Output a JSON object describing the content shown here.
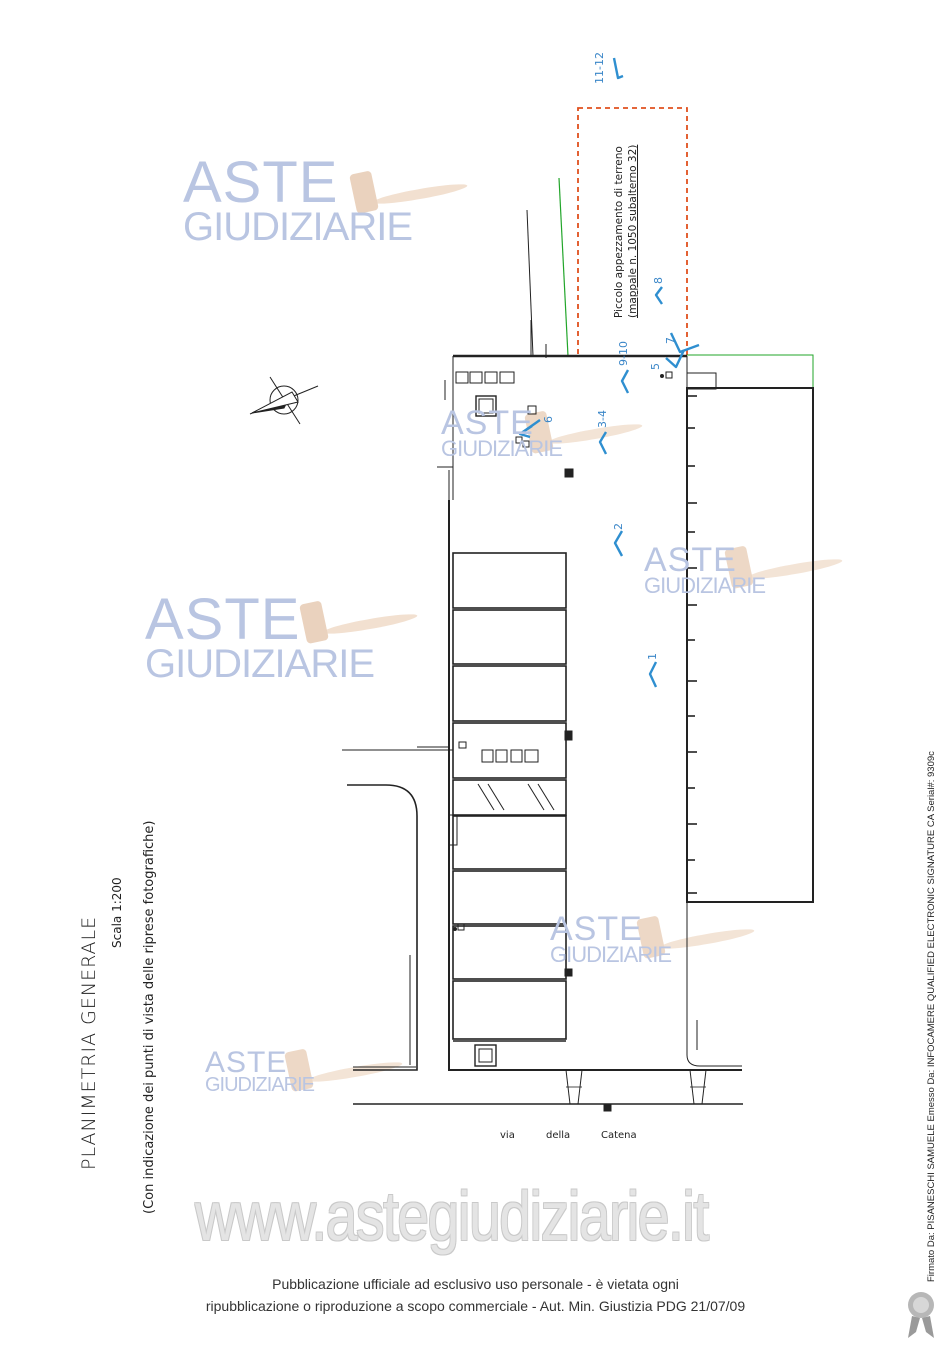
{
  "title": "PLANIMETRIA GENERALE",
  "scale": "Scala 1:200",
  "subtitle": "(Con indicazione dei punti di vista delle riprese fotografiche)",
  "plot_note": {
    "line1": "Piccolo appezzamento di terreno",
    "line2": "(mappale n. 1050 subalterno 32)"
  },
  "street": {
    "w1": "via",
    "w2": "della",
    "w3": "Catena"
  },
  "viewpoints": [
    "11-12",
    "8",
    "7",
    "9-10",
    "5",
    "6",
    "3-4",
    "2",
    "1"
  ],
  "watermark": {
    "line1": "ASTE",
    "line2": "GIUDIZIARIE",
    "website": "www.astegiudiziarie.it"
  },
  "footer": {
    "line1": "Pubblicazione ufficiale ad esclusivo uso personale - è vietata ogni",
    "line2": "ripubblicazione o riproduzione a scopo commerciale - Aut. Min. Giustizia PDG 21/07/09"
  },
  "signature": "Firmato Da: PISANESCHI SAMUELE Emesso Da: INFOCAMERE QUALIFIED ELECTRONIC SIGNATURE CA Serial#: 9309c",
  "colors": {
    "arrow": "#2f8fd0",
    "boundary_dashed": "#e0501e",
    "green_line": "#22a52a",
    "watermark": "#b9c5e2",
    "gavel": "#e8c9ae"
  }
}
